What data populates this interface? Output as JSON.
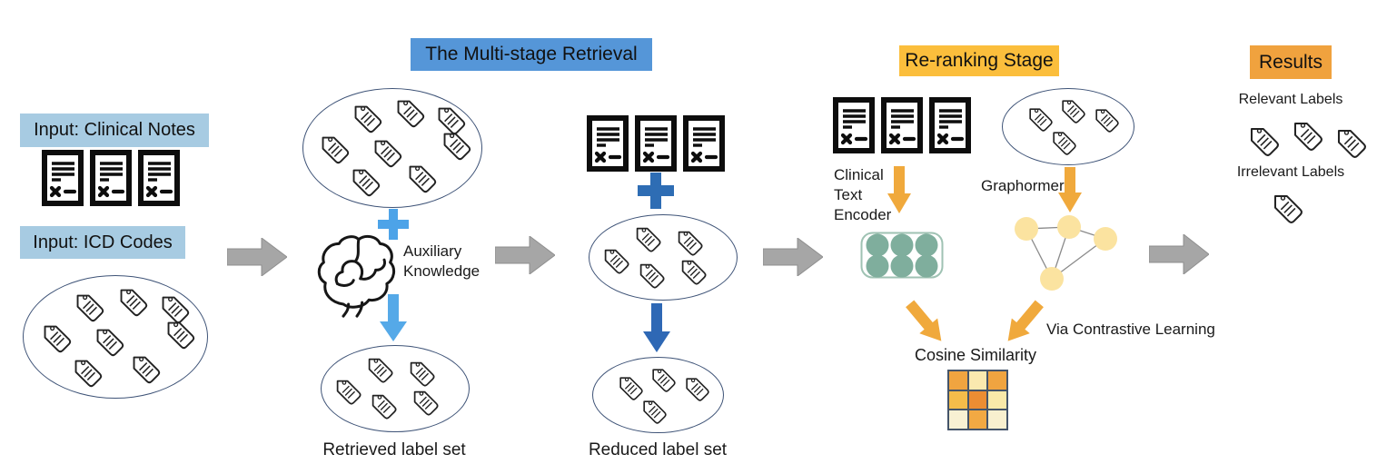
{
  "input": {
    "clinical_notes_label": "Input: Clinical Notes",
    "icd_codes_label": "Input: ICD Codes"
  },
  "multistage": {
    "title": "The Multi-stage Retrieval",
    "auxiliary_knowledge_label": "Auxiliary Knowledge",
    "retrieved_caption": "Retrieved label set",
    "reduced_caption": "Reduced label set"
  },
  "reranking": {
    "title": "Re-ranking Stage",
    "clinical_text_encoder_label": "Clinical Text Encoder",
    "graphormer_label": "Graphormer",
    "via_contrastive_label": "Via Contrastive Learning",
    "cosine_similarity_label": "Cosine Similarity",
    "heatmap_cells": [
      [
        "#F0A440",
        "#FAE9AF",
        "#F0A440"
      ],
      [
        "#F4BC4A",
        "#EC8D33",
        "#F9E9A9"
      ],
      [
        "#F8F1D3",
        "#F2A943",
        "#F8F0CF"
      ]
    ]
  },
  "results": {
    "title": "Results",
    "relevant_label": "Relevant Labels",
    "irrelevant_label": "Irrelevant Labels"
  },
  "tag_counts": {
    "icd_oval": 8,
    "ms_oval": 8,
    "retrieved_oval": 5,
    "s2_oval": 5,
    "reduced_oval": 4,
    "graph_oval": 4,
    "relevant": 3,
    "irrelevant": 1
  },
  "doc_counts": {
    "clinical_docs": 3,
    "s2_docs": 3,
    "rr_docs": 3
  },
  "colors": {
    "input_label_bg": "#A7CBE2",
    "stage1_header_bg": "#5596D8",
    "reranking_header_bg": "#FBBE3C",
    "results_header_bg": "#F0A23E",
    "plus_light": "#4DA3E8",
    "plus_dark": "#2E6DB4",
    "arrow_light_blue": "#55A9E8",
    "arrow_dark_blue": "#2E68B5",
    "arrow_orange": "#F0A93C",
    "arrow_gray": "#A6A6A6",
    "arrow_gray_stroke": "#8F8F8F",
    "embedding_green": "#7FAE9D",
    "embedding_border": "#9FC2B3",
    "node_yellow": "#FBE3A0",
    "graph_edge": "#8A8A8A",
    "oval_border": "#3E5377"
  }
}
